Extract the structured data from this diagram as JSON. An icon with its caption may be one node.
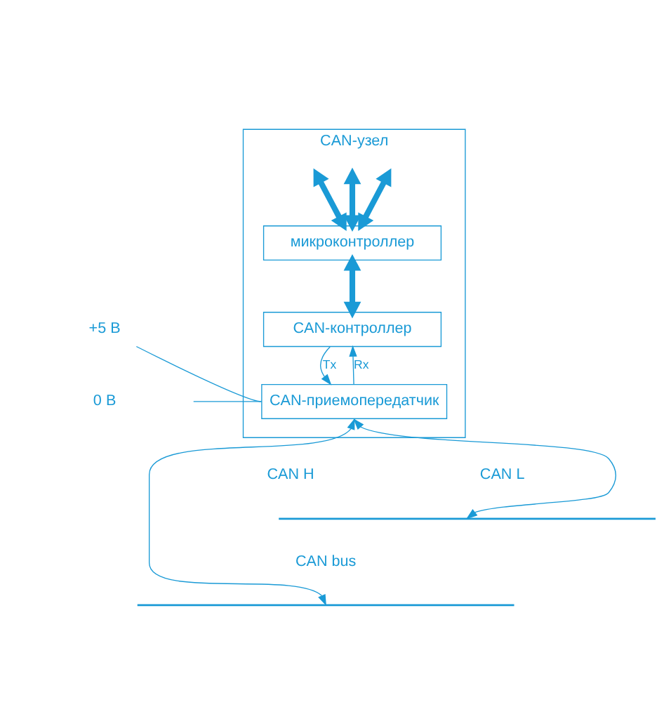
{
  "diagram": {
    "nodes": [
      {
        "text": [
          "CAN-узел"
        ]
      },
      {
        "text": [
          "микроконтроллер"
        ],
        "in": 0
      },
      {
        "text": [
          "CAN-контроллер"
        ],
        "in": 0
      },
      {
        "text": [
          "CAN-приемопередатчик"
        ],
        "in": 0
      },
      {
        "text": [
          "+5 В"
        ]
      },
      {
        "text": [
          "0 В"
        ]
      },
      {
        "text": [],
        "shape": "bar"
      },
      {
        "text": [],
        "shape": "bar"
      }
    ],
    "edges": [
      {
        "from": null,
        "to": 1,
        "arrow": "both",
        "style": "thick"
      },
      {
        "from": null,
        "to": 1,
        "arrow": "both",
        "style": "thick"
      },
      {
        "from": null,
        "to": 1,
        "arrow": "both",
        "style": "thick"
      },
      {
        "from": 1,
        "to": 2,
        "arrow": "both",
        "style": "thick"
      },
      {
        "from": 2,
        "to": 3,
        "arrow": "to",
        "label": "Tx"
      },
      {
        "from": 3,
        "to": 2,
        "arrow": "to",
        "label": "Rx"
      },
      {
        "from": 4,
        "to": 3,
        "arrow": "none"
      },
      {
        "from": 5,
        "to": 3,
        "arrow": "none"
      },
      {
        "from": 3,
        "to": 6,
        "arrow": "both"
      },
      {
        "from": 3,
        "to": 7,
        "arrow": "both"
      }
    ],
    "labels": [
      "CAN H",
      "CAN L",
      "CAN bus"
    ]
  }
}
